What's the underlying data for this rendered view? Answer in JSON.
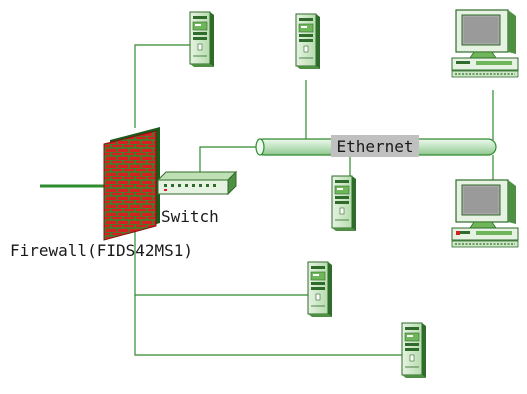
{
  "diagram": {
    "labels": {
      "ethernet": "Ethernet",
      "switch": "Switch",
      "firewall": "Firewall(FIDS42MS1)"
    }
  },
  "colors": {
    "line": "#2e8b2e",
    "device_green": "#6fb65a",
    "device_dark": "#2f6b2a",
    "firewall_red": "#d42020",
    "firewall_pattern": "#2e8b2e",
    "bus_fill": "#c7e6c7",
    "ethernet_label_bg": "#c0c0c0",
    "monitor_screen": "#a8a8a8"
  },
  "icons": [
    "server-icon",
    "workstation-icon",
    "switch-icon",
    "firewall-icon"
  ]
}
